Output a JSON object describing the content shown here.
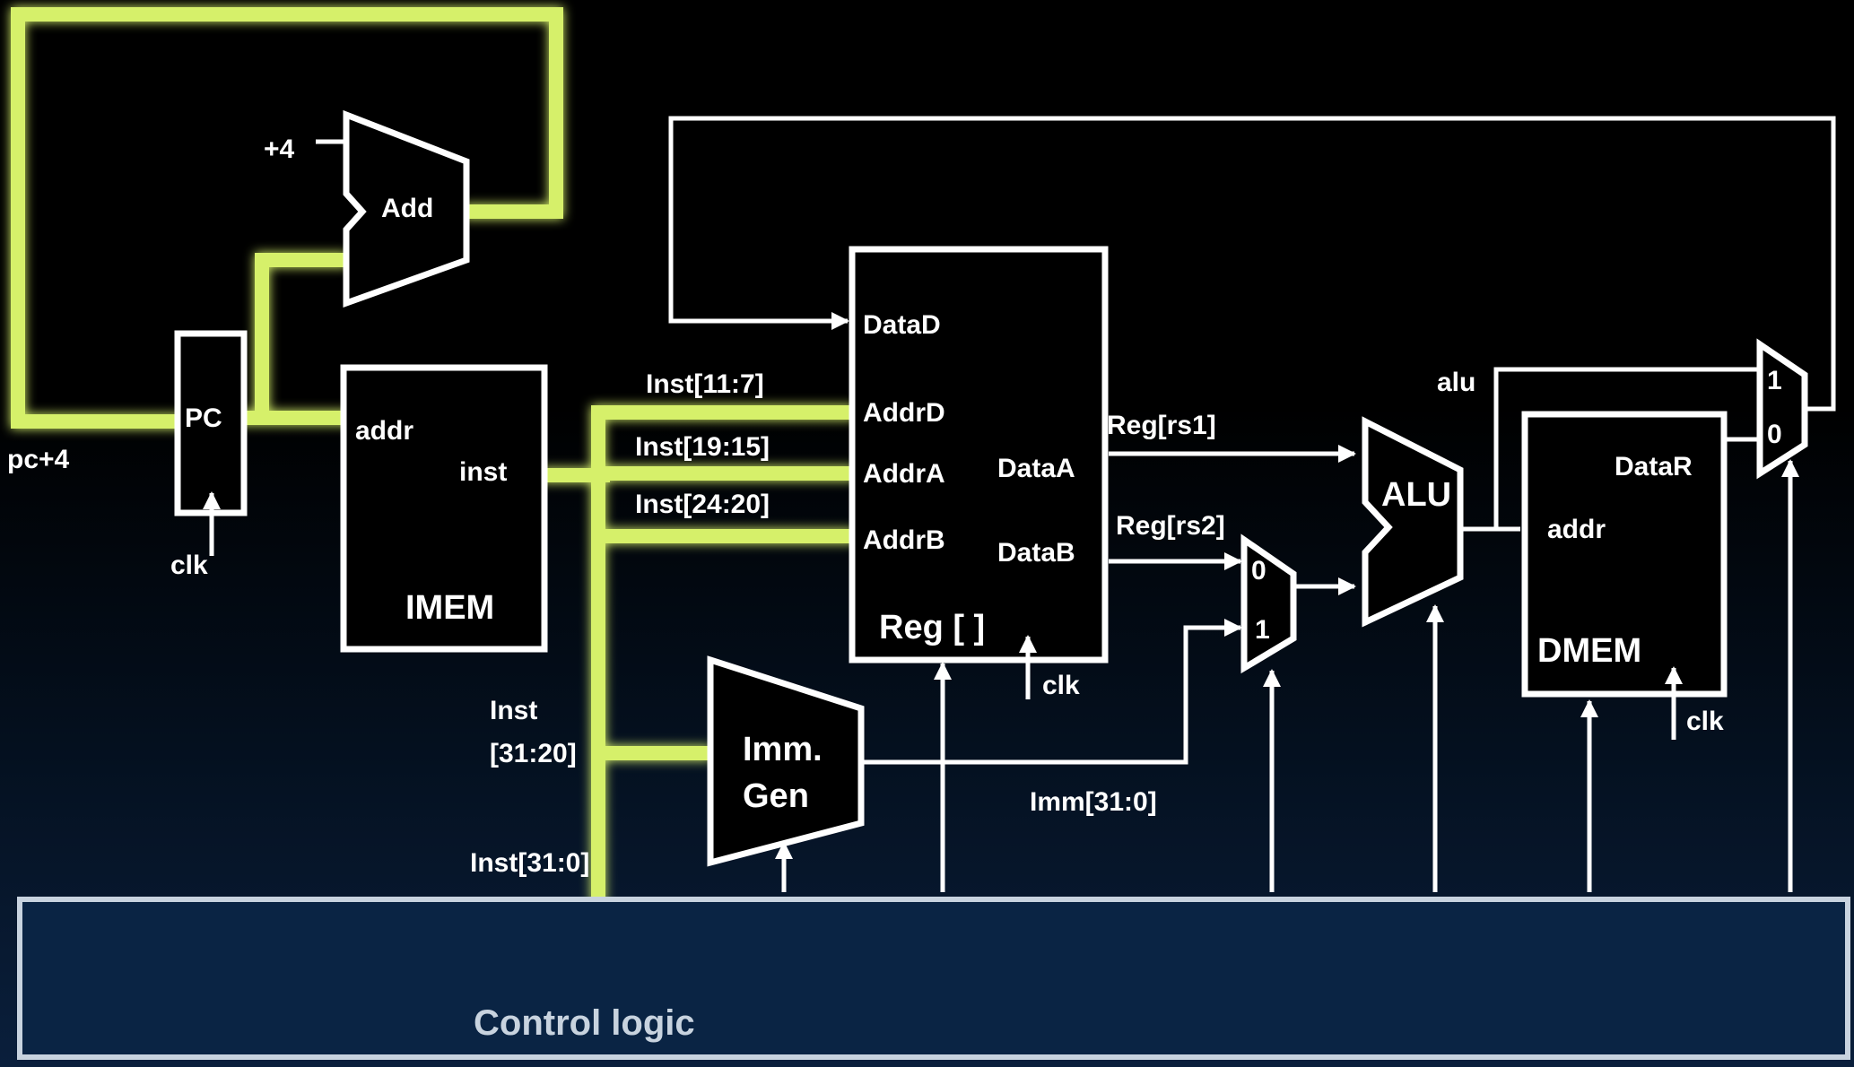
{
  "labels": {
    "pc_plus_4": "pc+4",
    "plus_4": "+4",
    "add": "Add",
    "pc": "PC",
    "clk_pc": "clk",
    "addr_imem": "addr",
    "inst": "inst",
    "imem": "IMEM",
    "inst_11_7": "Inst[11:7]",
    "inst_19_15": "Inst[19:15]",
    "inst_24_20": "Inst[24:20]",
    "inst_31_20_a": "Inst",
    "inst_31_20_b": "[31:20]",
    "inst_31_0": "Inst[31:0]",
    "imm_gen_a": "Imm.",
    "imm_gen_b": "Gen",
    "datad": "DataD",
    "addrd": "AddrD",
    "addra": "AddrA",
    "addrb": "AddrB",
    "dataa": "DataA",
    "datab": "DataB",
    "reg_file": "Reg [ ]",
    "clk_reg": "clk",
    "reg_rs1": "Reg[rs1]",
    "reg_rs2": "Reg[rs2]",
    "imm_31_0": "Imm[31:0]",
    "mux_b_0": "0",
    "mux_b_1": "1",
    "alu": "ALU",
    "alu_out": "alu",
    "datar": "DataR",
    "addr_dmem": "addr",
    "dmem": "DMEM",
    "clk_dmem": "clk",
    "mux_wb_1": "1",
    "mux_wb_0": "0",
    "control_logic": "Control logic"
  },
  "colors": {
    "highlight": "#d6f06a",
    "wire": "#ffffff",
    "control_text": "#c8d3df"
  }
}
